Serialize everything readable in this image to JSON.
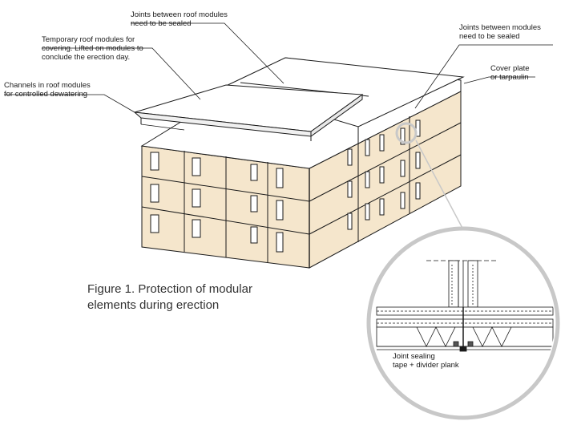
{
  "callouts": {
    "roof_joints": "Joints between roof modules\nneed to be sealed",
    "module_joints": "Joints between modules\nneed to be sealed",
    "temporary_roof": "Temporary roof modules for\ncovering. Lifted on modules to\nconclude the erection day.",
    "cover_plate": "Cover plate\nor tarpaulin",
    "channels": "Channels in roof modules\nfor controlled dewatering",
    "joint_sealing": "Joint sealing\ntape + divider plank"
  },
  "caption": "Figure 1. Protection of modular\nelements during erection",
  "colors": {
    "module_fill": "#f5e6cc",
    "roof_fill": "#ffffff",
    "line": "#1a1a1a",
    "magnifier_ring": "#c8c8c8"
  }
}
